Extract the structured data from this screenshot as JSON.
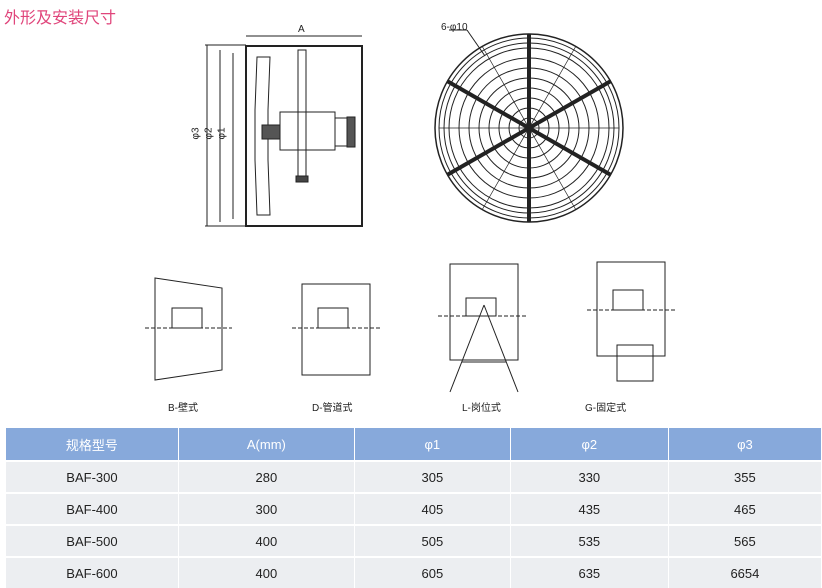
{
  "title": "外形及安装尺寸",
  "drawing": {
    "dim_a": "A",
    "dim_phi3": "φ3",
    "dim_phi2": "φ2",
    "dim_phi1": "φ1",
    "holes": "6-φ10"
  },
  "mounts": [
    "B-壁式",
    "D-管道式",
    "L-岗位式",
    "G-固定式"
  ],
  "table": {
    "headers": [
      "规格型号",
      "A(mm)",
      "φ1",
      "φ2",
      "φ3"
    ],
    "rows": [
      [
        "BAF-300",
        "280",
        "305",
        "330",
        "355"
      ],
      [
        "BAF-400",
        "300",
        "405",
        "435",
        "465"
      ],
      [
        "BAF-500",
        "400",
        "505",
        "535",
        "565"
      ],
      [
        "BAF-600",
        "400",
        "605",
        "635",
        "6654"
      ]
    ]
  }
}
